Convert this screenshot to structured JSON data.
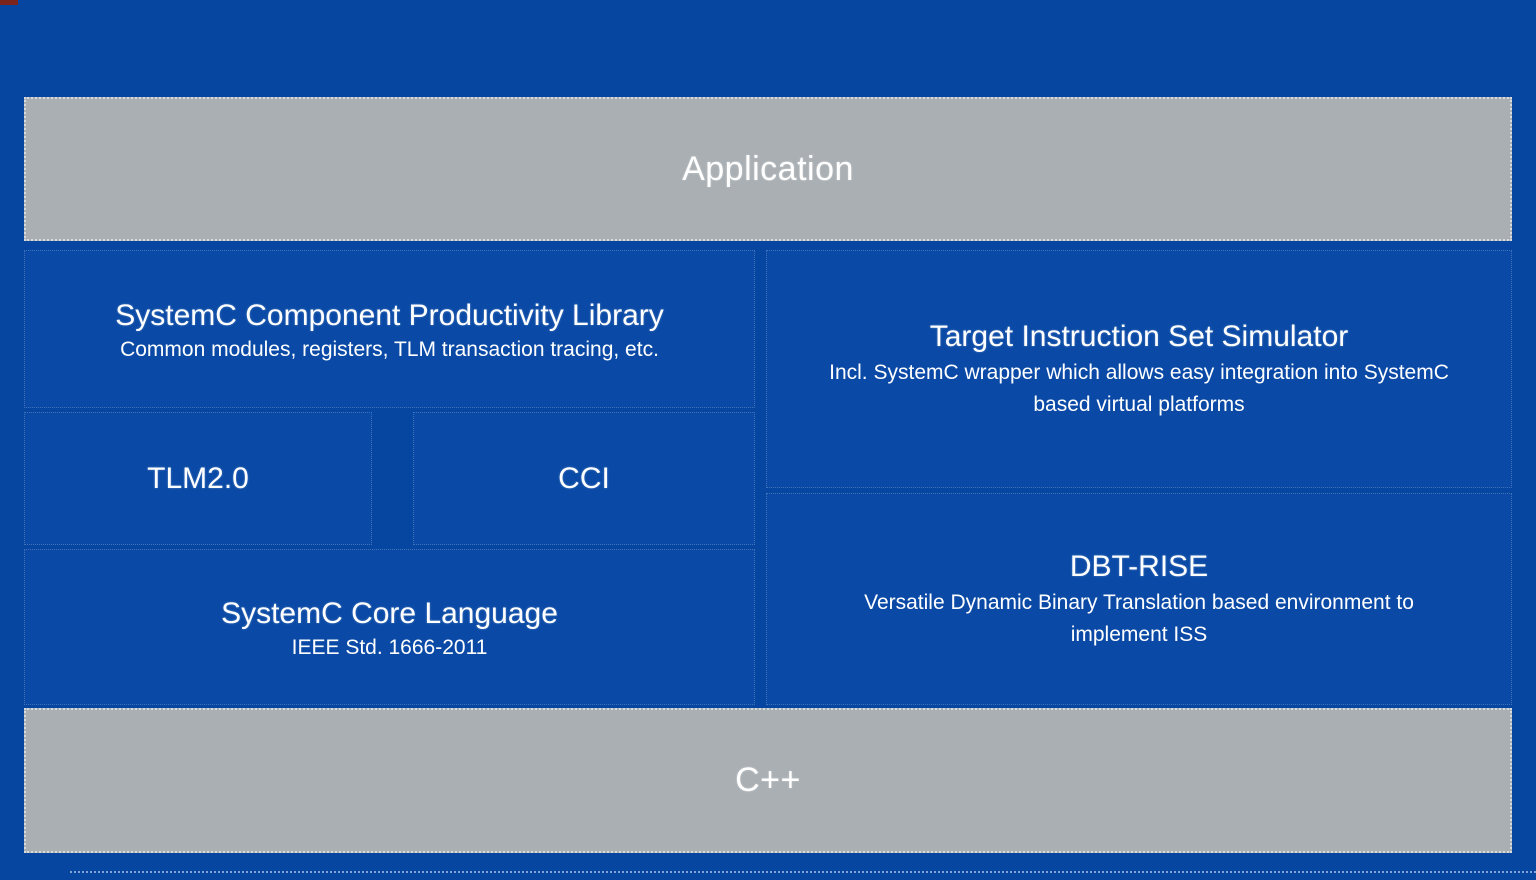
{
  "diagram": {
    "application_bar": {
      "label": "Application"
    },
    "cpp_bar": {
      "label": "C++"
    },
    "left_column": {
      "scpl": {
        "title": "SystemC Component Productivity Library",
        "subtitle": "Common modules, registers, TLM transaction tracing, etc."
      },
      "tlm": {
        "label": "TLM2.0"
      },
      "cci": {
        "label": "CCI"
      },
      "core": {
        "title": "SystemC Core Language",
        "subtitle": "IEEE Std. 1666-2011"
      }
    },
    "right_column": {
      "tiss": {
        "title": "Target Instruction Set Simulator",
        "subtitle_line1": "Incl. SystemC wrapper which allows easy integration into SystemC",
        "subtitle_line2": "based virtual platforms"
      },
      "dbt": {
        "title": "DBT-RISE",
        "subtitle_line1": "Versatile Dynamic Binary Translation based environment to",
        "subtitle_line2": "implement ISS"
      }
    },
    "colors": {
      "background": "#0646A0",
      "box_fill": "#0A4AA6",
      "bar_gray": "#A9AFB3",
      "text": "#FFFFFF"
    }
  }
}
